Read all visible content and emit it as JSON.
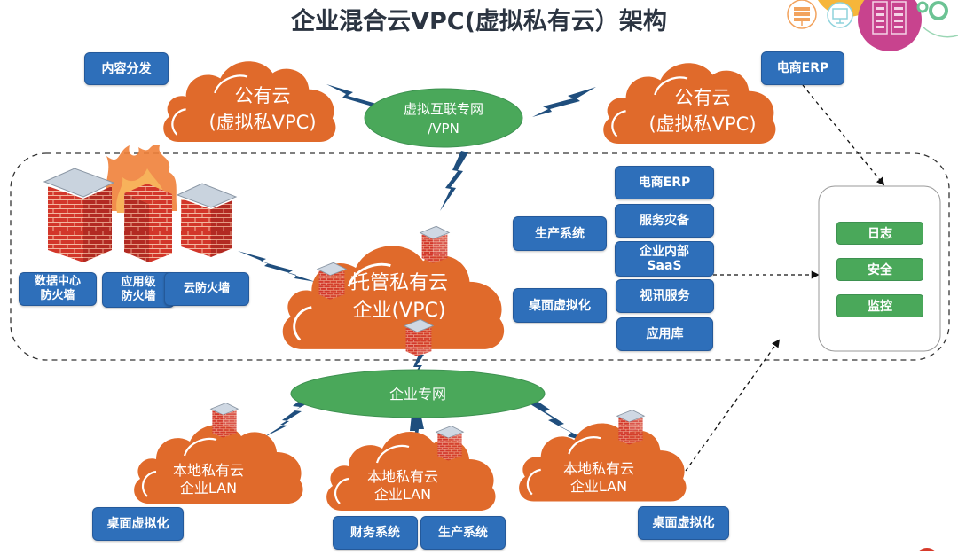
{
  "title": "企业混合云VPC(虚拟私有云）架构",
  "colors": {
    "cloud": "#e06a2b",
    "box_blue": "#2e6fba",
    "ellipse_green": "#4aa85a",
    "bolt": "#1f4e7d",
    "title": "#2b3441"
  },
  "public_clouds": [
    {
      "line1": "公有云",
      "line2": "(虚拟私VPC)"
    },
    {
      "line1": "公有云",
      "line2": "(虚拟私VPC)"
    }
  ],
  "top_left_box": "内容分发",
  "top_right_box": "电商ERP",
  "vpn_ellipse": {
    "line1": "虚拟互联专网",
    "line2": "/VPN"
  },
  "managed_cloud": {
    "line1": "托管私有云",
    "line2": "企业(VPC)"
  },
  "firewall_labels": [
    {
      "line1": "数据中心",
      "line2": "防火墙"
    },
    {
      "line1": "应用级",
      "line2": "防火墙"
    },
    {
      "line1": "云防火墙",
      "line2": ""
    }
  ],
  "left_services": [
    "生产系统",
    "桌面虚拟化"
  ],
  "center_services": [
    {
      "line1": "电商ERP",
      "line2": ""
    },
    {
      "line1": "服务灾备",
      "line2": ""
    },
    {
      "line1": "企业内部",
      "line2": "SaaS"
    },
    {
      "line1": "视讯服务",
      "line2": ""
    },
    {
      "line1": "应用库",
      "line2": ""
    }
  ],
  "ops_panel": [
    "日志",
    "安全",
    "监控"
  ],
  "enterprise_network": "企业专网",
  "local_clouds": [
    {
      "line1": "本地私有云",
      "line2": "企业LAN"
    },
    {
      "line1": "本地私有云",
      "line2": "企业LAN"
    },
    {
      "line1": "本地私有云",
      "line2": "企业LAN"
    }
  ],
  "local_boxes": {
    "left": "桌面虚拟化",
    "middle": [
      "财务系统",
      "生产系统"
    ],
    "right": "桌面虚拟化"
  },
  "decor_icons": [
    "server-stack-icon",
    "monitor-icon",
    "server-rack-icon",
    "gears-icon"
  ]
}
